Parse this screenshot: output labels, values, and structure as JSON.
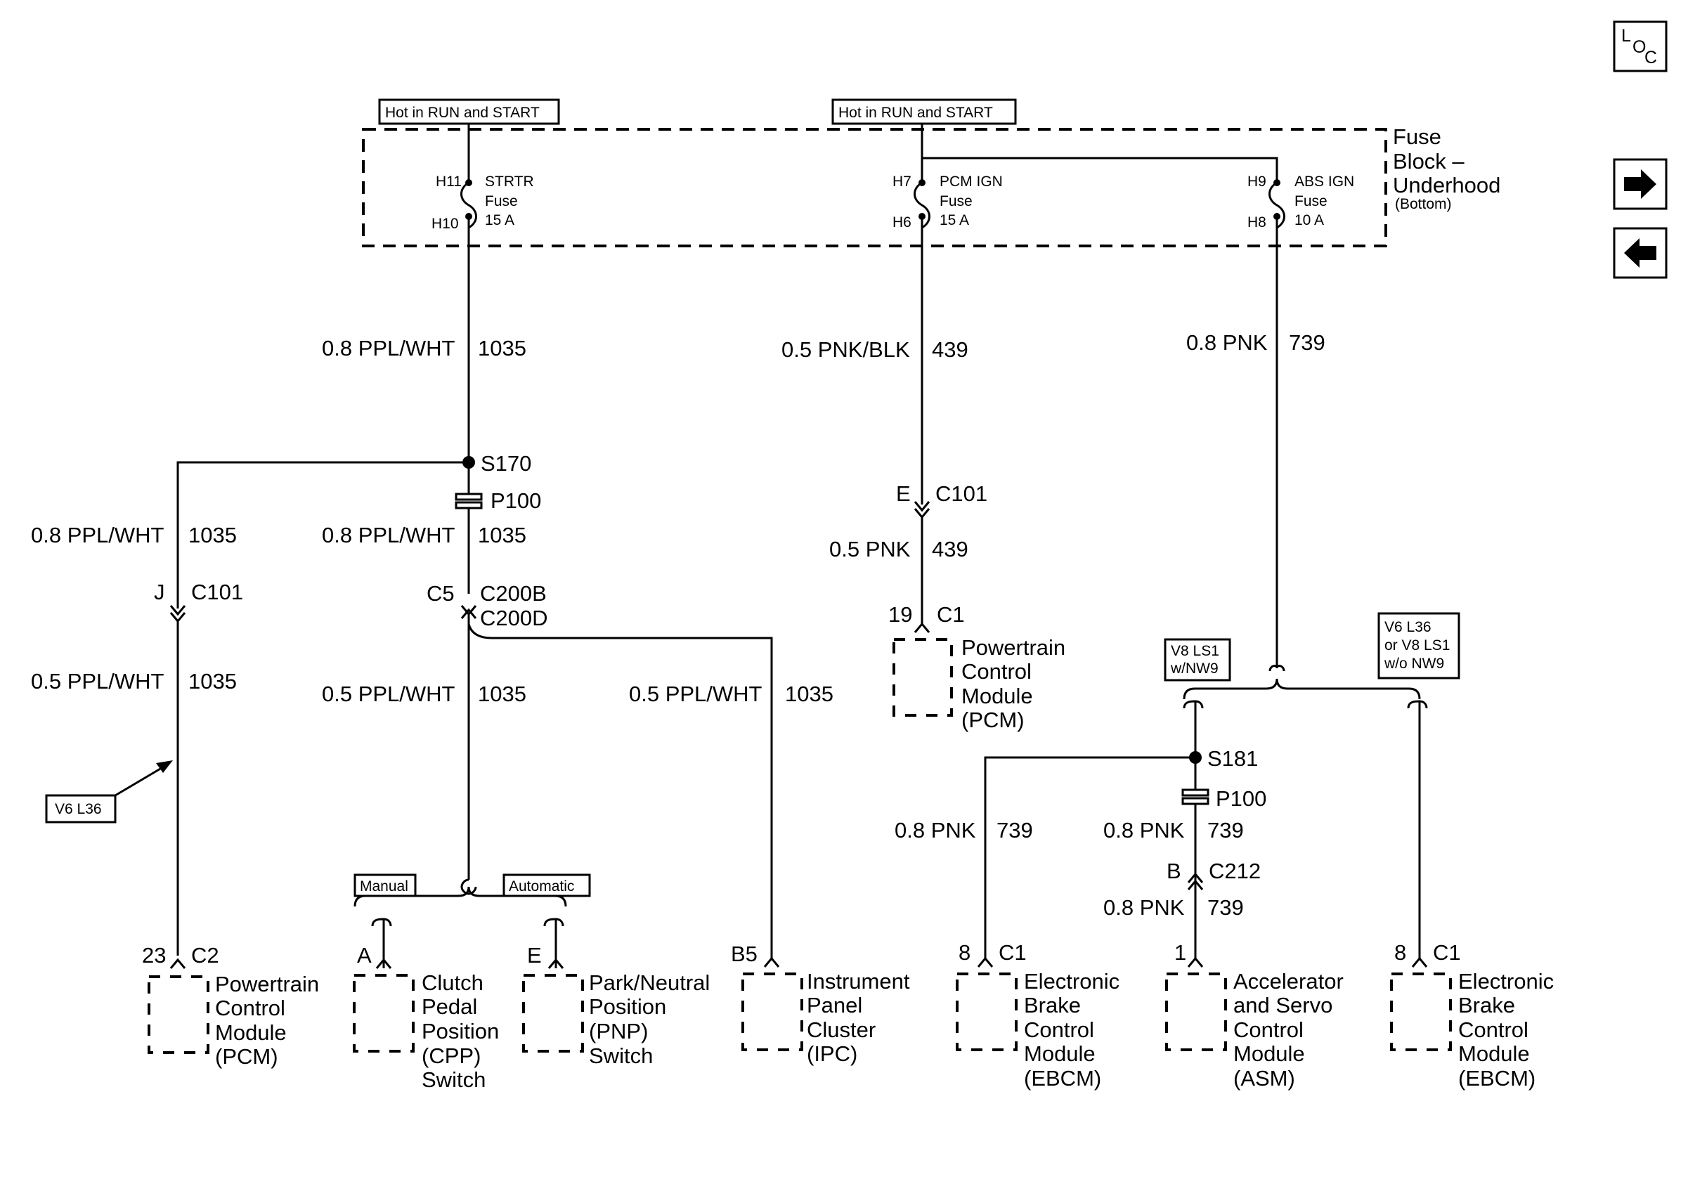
{
  "nav": {
    "loc_icon": "loc-icon",
    "next_icon": "arrow-right-icon",
    "prev_icon": "arrow-left-icon",
    "loc_glyphs": [
      "L",
      "O",
      "C"
    ]
  },
  "power": {
    "hot_left": "Hot in RUN and START",
    "hot_right": "Hot in RUN and START"
  },
  "fuse_block": {
    "title_lines": [
      "Fuse",
      "Block –",
      "Underhood"
    ],
    "subtitle": "(Bottom)",
    "fuses": [
      {
        "in": "H11",
        "out": "H10",
        "name": "STRTR",
        "kind": "Fuse",
        "rating": "15 A"
      },
      {
        "in": "H7",
        "out": "H6",
        "name": "PCM IGN",
        "kind": "Fuse",
        "rating": "15 A"
      },
      {
        "in": "H9",
        "out": "H8",
        "name": "ABS IGN",
        "kind": "Fuse",
        "rating": "10 A"
      }
    ]
  },
  "wires": {
    "w1035_top": {
      "gauge": "0.8 PPL/WHT",
      "circuit": "1035"
    },
    "w439_top": {
      "gauge": "0.5 PNK/BLK",
      "circuit": "439"
    },
    "w739_top": {
      "gauge": "0.8 PNK",
      "circuit": "739"
    },
    "w1035_left": {
      "gauge": "0.8 PPL/WHT",
      "circuit": "1035"
    },
    "w1035_mid": {
      "gauge": "0.8 PPL/WHT",
      "circuit": "1035"
    },
    "w1035_left2": {
      "gauge": "0.5 PPL/WHT",
      "circuit": "1035"
    },
    "w1035_mid2": {
      "gauge": "0.5 PPL/WHT",
      "circuit": "1035"
    },
    "w1035_ipc": {
      "gauge": "0.5 PPL/WHT",
      "circuit": "1035"
    },
    "w439_bot": {
      "gauge": "0.5 PNK",
      "circuit": "439"
    },
    "w739_ebcm1": {
      "gauge": "0.8 PNK",
      "circuit": "739"
    },
    "w739_mid": {
      "gauge": "0.8 PNK",
      "circuit": "739"
    },
    "w739_asm": {
      "gauge": "0.8 PNK",
      "circuit": "739"
    }
  },
  "splices": {
    "s170": "S170",
    "s181": "S181",
    "p100a": "P100",
    "p100b": "P100"
  },
  "connectors": {
    "c101_left": {
      "pin": "J",
      "name": "C101"
    },
    "c200": {
      "pin": "C5",
      "name1": "C200B",
      "name2": "C200D"
    },
    "c101_pcm": {
      "pin": "E",
      "name": "C101"
    },
    "c212": {
      "pin": "B",
      "name": "C212"
    }
  },
  "options": {
    "v6l36": "V6 L36",
    "manual": "Manual",
    "automatic": "Automatic",
    "v8ls1_nw9": [
      "V8 LS1",
      "w/NW9"
    ],
    "v6_or_v8": [
      "V6 L36",
      "or V8 LS1",
      "w/o NW9"
    ]
  },
  "components": {
    "pcm_top": {
      "pin": "19",
      "conn": "C1",
      "lines": [
        "Powertrain",
        "Control",
        "Module",
        "(PCM)"
      ]
    },
    "pcm_left": {
      "pin": "23",
      "conn": "C2",
      "lines": [
        "Powertrain",
        "Control",
        "Module",
        "(PCM)"
      ]
    },
    "cpp": {
      "pin": "A",
      "lines": [
        "Clutch",
        "Pedal",
        "Position",
        "(CPP)",
        "Switch"
      ]
    },
    "pnp": {
      "pin": "E",
      "lines": [
        "Park/Neutral",
        "Position",
        "(PNP)",
        "Switch"
      ]
    },
    "ipc": {
      "pin": "B5",
      "lines": [
        "Instrument",
        "Panel",
        "Cluster",
        "(IPC)"
      ]
    },
    "ebcm1": {
      "pin": "8",
      "conn": "C1",
      "lines": [
        "Electronic",
        "Brake",
        "Control",
        "Module",
        "(EBCM)"
      ]
    },
    "asm": {
      "pin": "1",
      "lines": [
        "Accelerator",
        "and Servo",
        "Control",
        "Module",
        "(ASM)"
      ]
    },
    "ebcm2": {
      "pin": "8",
      "conn": "C1",
      "lines": [
        "Electronic",
        "Brake",
        "Control",
        "Module",
        "(EBCM)"
      ]
    }
  }
}
